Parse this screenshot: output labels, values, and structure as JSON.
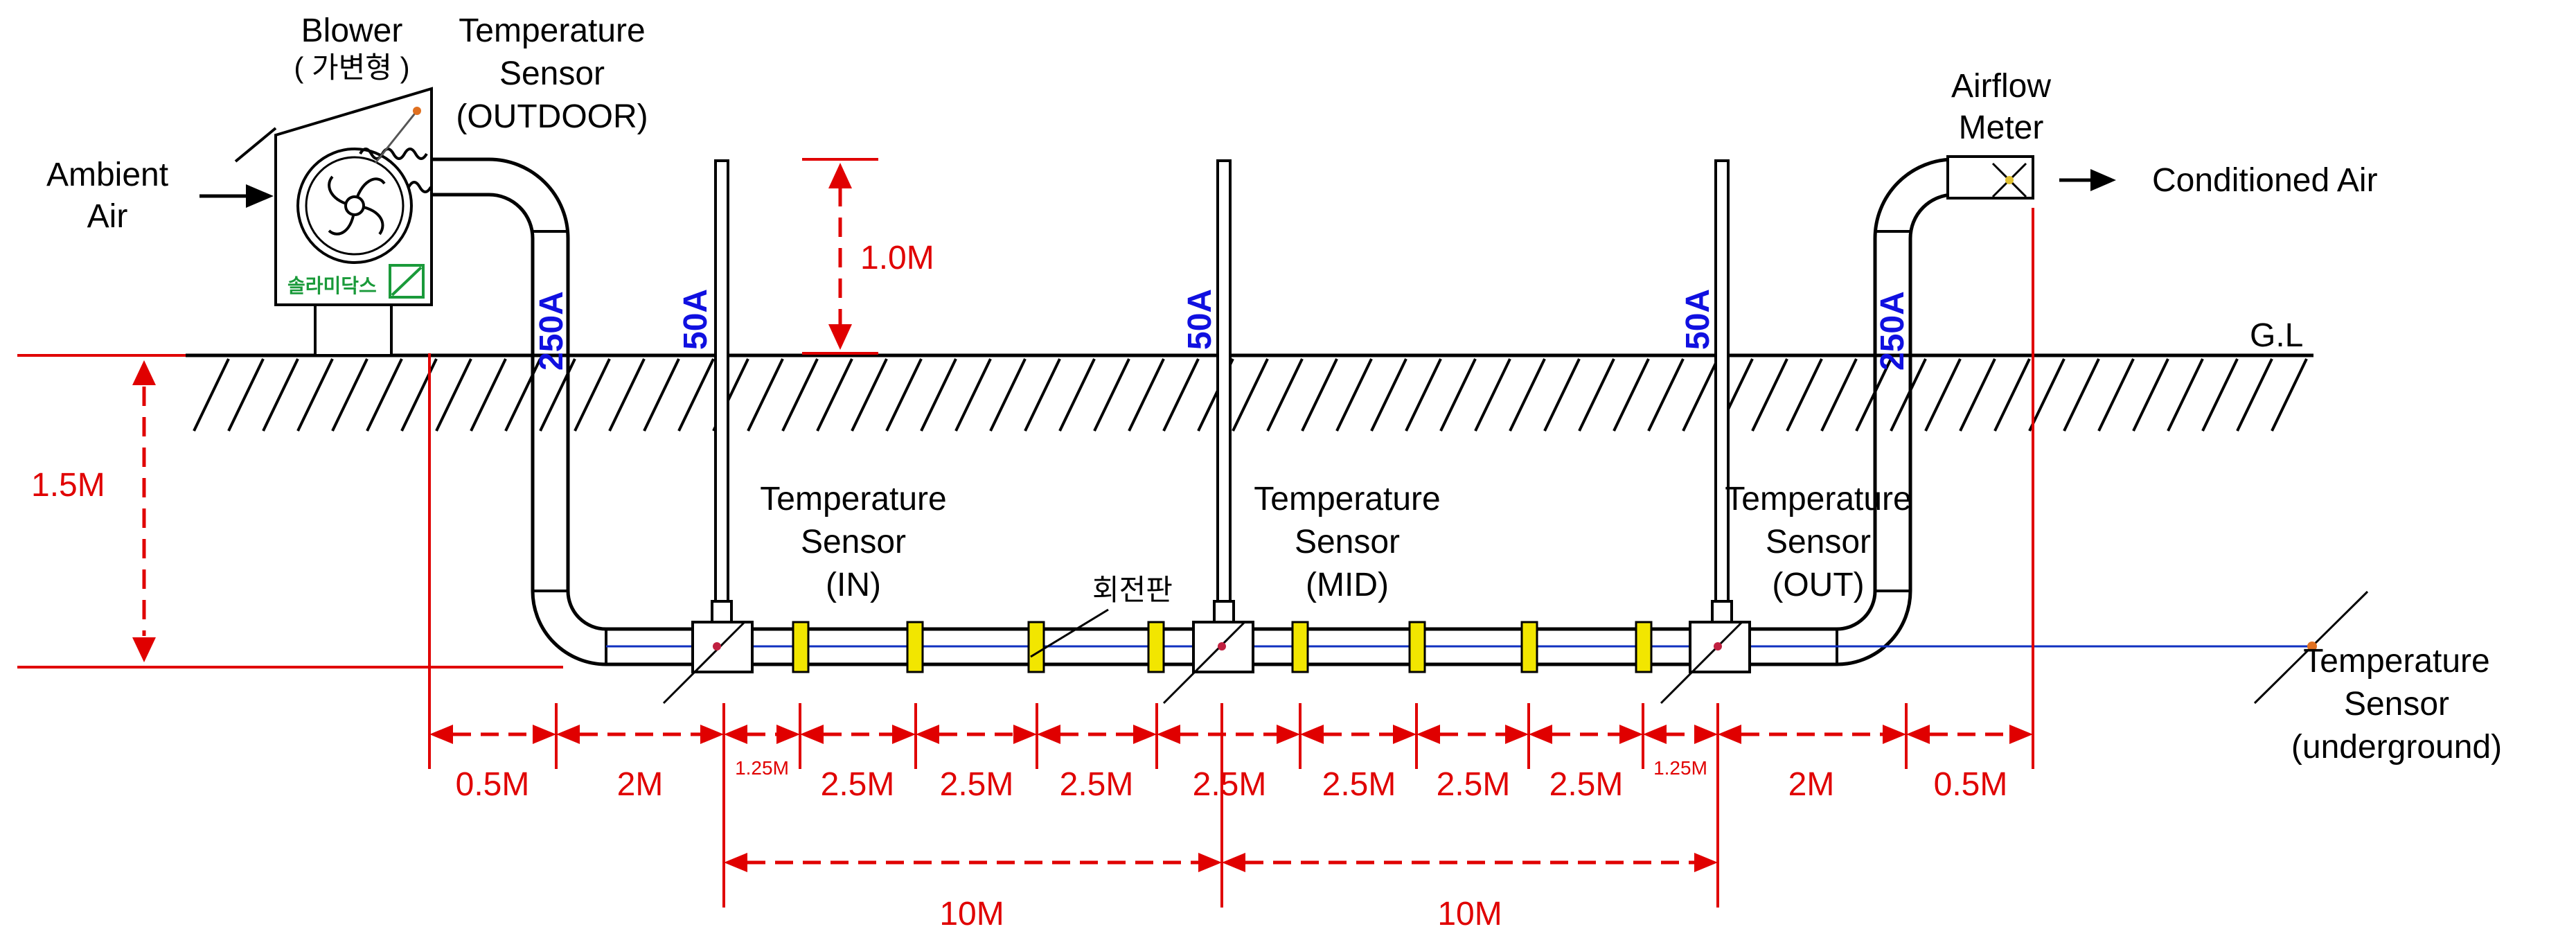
{
  "labels": {
    "blower": "Blower",
    "blower_type": "( 가변형 )",
    "temp_outdoor": [
      "Temperature",
      "Sensor",
      "(OUTDOOR)"
    ],
    "ambient_air": [
      "Ambient",
      "Air"
    ],
    "airflow_meter": [
      "Airflow",
      "Meter"
    ],
    "conditioned_air": "Conditioned Air",
    "ground_level": "G.L",
    "brand": "솔라미닥스",
    "rotating_plate": "회전판",
    "temp_in": [
      "Temperature",
      "Sensor",
      "(IN)"
    ],
    "temp_mid": [
      "Temperature",
      "Sensor",
      "(MID)"
    ],
    "temp_out": [
      "Temperature",
      "Sensor",
      "(OUT)"
    ],
    "temp_underground": [
      "Temperature",
      "Sensor",
      "(underground)"
    ]
  },
  "pipe_sizes": {
    "left_riser": "250A",
    "vent_1": "50A",
    "vent_2": "50A",
    "vent_3": "50A",
    "right_riser": "250A"
  },
  "dimensions": {
    "vent_height": "1.0M",
    "depth": "1.5M",
    "segments": [
      "0.5M",
      "2M",
      "1.25M",
      "2.5M",
      "2.5M",
      "2.5M",
      "2.5M",
      "2.5M",
      "2.5M",
      "2.5M",
      "1.25M",
      "2M",
      "0.5M"
    ],
    "halves": [
      "10M",
      "10M"
    ]
  },
  "colors": {
    "dimension": "#e00000",
    "pipe_size": "#1010e0",
    "fin": "#f2e600",
    "brand": "#1a9a3a",
    "sensor_dot": "#e07020"
  }
}
